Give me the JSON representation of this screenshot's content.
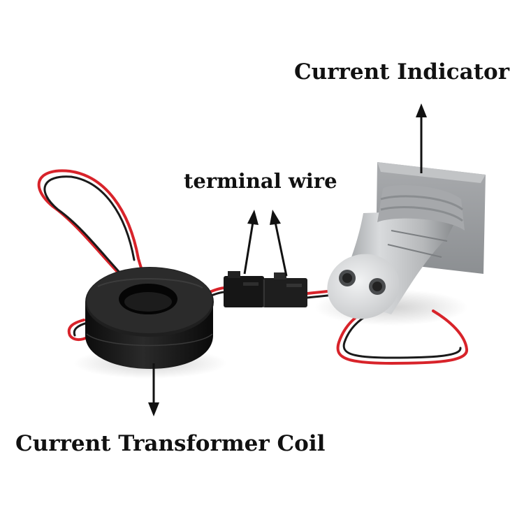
{
  "labels": {
    "current_indicator": "Current Indicator",
    "terminal_wire": "terminal wire",
    "current_transformer_coil": "Current Transformer Coil"
  },
  "colors": {
    "background": "#ffffff",
    "wire_red": "#d8232a",
    "wire_black": "#1a1a1a",
    "coil_body": "#161616",
    "indicator_gray": "#b3b5b7",
    "label_text": "#111111"
  },
  "icons": {
    "arrows": [
      "arrow-up-icon",
      "arrow-down-icon"
    ]
  }
}
